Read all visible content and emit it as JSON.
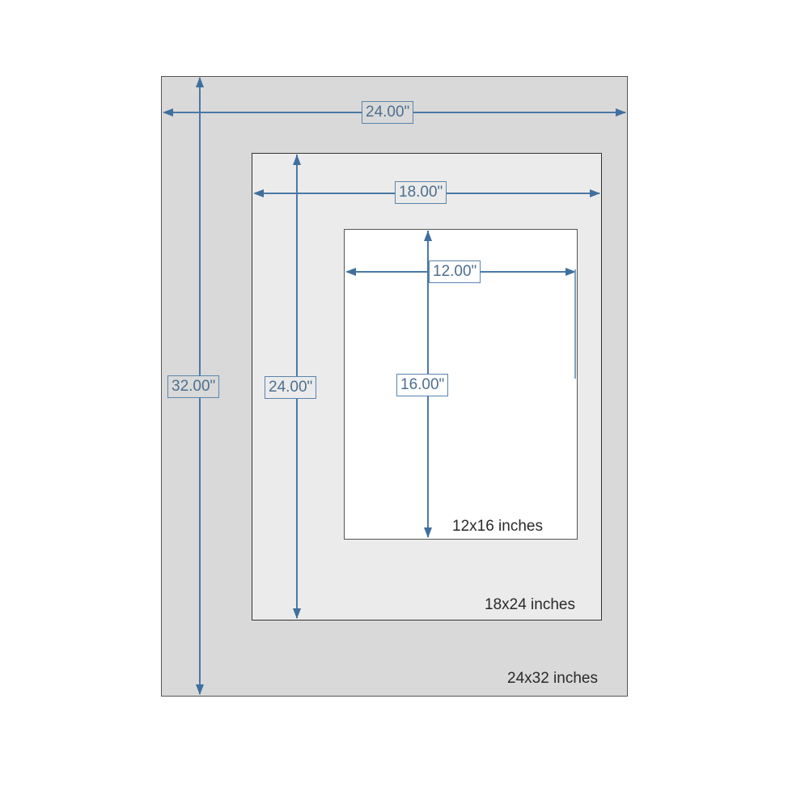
{
  "diagram": {
    "title": "",
    "colors": {
      "dimension_line": "#4a79a6",
      "dimension_text": "#4d6f8f",
      "outer_fill": "#d9d9d9",
      "middle_fill": "#ebebeb",
      "inner_fill": "#ffffff"
    },
    "frames": [
      {
        "id": "outer",
        "size_label": "24x32 inches",
        "width_label": "24.00\"",
        "height_label": "32.00\""
      },
      {
        "id": "middle",
        "size_label": "18x24 inches",
        "width_label": "18.00\"",
        "height_label": "24.00\""
      },
      {
        "id": "inner",
        "size_label": "12x16 inches",
        "width_label": "12.00\"",
        "height_label": "16.00\""
      }
    ]
  }
}
